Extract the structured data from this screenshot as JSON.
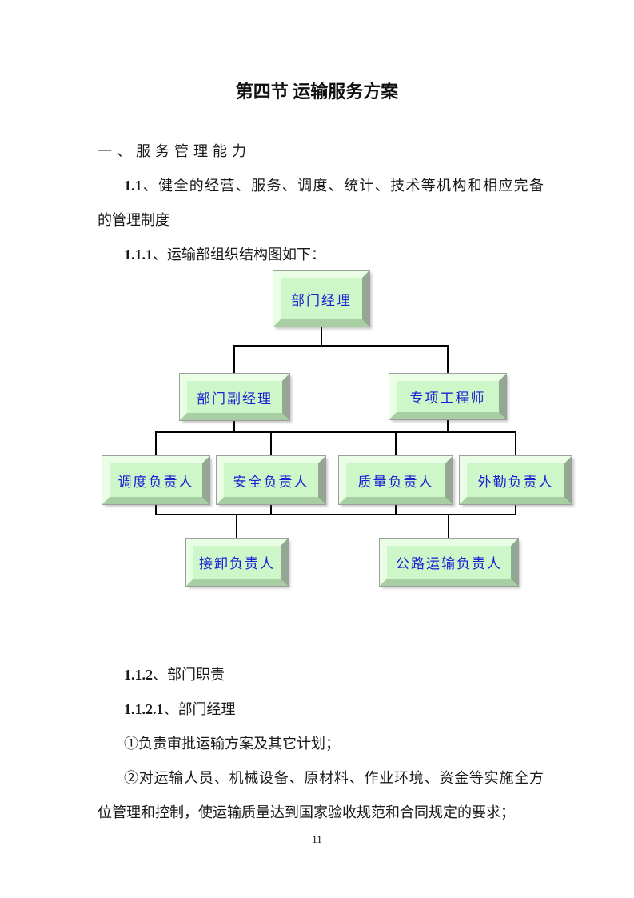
{
  "document": {
    "title": "第四节 运输服务方案",
    "lines_top": [
      {
        "prefix": "",
        "text": "一、服务管理能力"
      },
      {
        "prefix": "1.1",
        "text": "、健全的经营、服务、调度、统计、技术等机构和相应完备"
      },
      {
        "prefix": "",
        "text": "的管理制度"
      },
      {
        "prefix": "1.1.1",
        "text": "、运输部组织结构图如下："
      }
    ],
    "lines_bottom": [
      {
        "prefix": "1.1.2",
        "text": "、部门职责"
      },
      {
        "prefix": "1.1.2.1",
        "text": "、部门经理"
      },
      {
        "prefix": "",
        "text": "①负责审批运输方案及其它计划；"
      },
      {
        "prefix": "",
        "text": "②对运输人员、机械设备、原材料、作业环境、资金等实施全方"
      },
      {
        "prefix": "",
        "text": "位管理和控制，使运输质量达到国家验收规范和合同规定的要求；"
      }
    ],
    "page_number": "11"
  },
  "org_chart": {
    "nodes": [
      {
        "id": "manager",
        "label": "部门经理"
      },
      {
        "id": "deputy-manager",
        "label": "部门副经理"
      },
      {
        "id": "project-engineer",
        "label": "专项工程师"
      },
      {
        "id": "dispatch-lead",
        "label": "调度负责人"
      },
      {
        "id": "safety-lead",
        "label": "安全负责人"
      },
      {
        "id": "quality-lead",
        "label": "质量负责人"
      },
      {
        "id": "field-lead",
        "label": "外勤负责人"
      },
      {
        "id": "handling-lead",
        "label": "接卸负责人"
      },
      {
        "id": "road-transport-lead",
        "label": "公路运输负责人"
      }
    ],
    "structure": [
      {
        "parents": [
          "部门经理"
        ],
        "children": [
          "部门副经理",
          "专项工程师"
        ]
      },
      {
        "parents": [
          "部门副经理",
          "专项工程师"
        ],
        "children": [
          "调度负责人",
          "安全负责人",
          "质量负责人",
          "外勤负责人"
        ]
      },
      {
        "parents": [
          "调度负责人",
          "安全负责人",
          "质量负责人",
          "外勤负责人"
        ],
        "children": [
          "接卸负责人",
          "公路运输负责人"
        ]
      }
    ]
  },
  "colors": {
    "box_face": "#cdf6c9",
    "box_bevel_light": "#eafee6",
    "box_bevel_bottom": "#a8cfa4",
    "box_bevel_right": "#93a793",
    "box_outline": "#9e9e9e",
    "box_label_blue": "#1e1ed2",
    "connector": "#000000",
    "body_text": "#1a1a1a",
    "page_background": "#ffffff"
  }
}
